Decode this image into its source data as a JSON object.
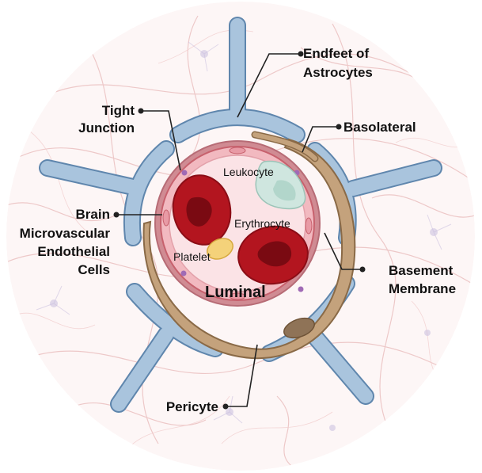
{
  "labels": {
    "endfeet": [
      "Endfeet of",
      "Astrocytes"
    ],
    "tight_junction": [
      "Tight",
      "Junction"
    ],
    "basolateral": "Basolateral",
    "bmec": [
      "Brain",
      "Microvascular",
      "Endothelial",
      "Cells"
    ],
    "basement_membrane": [
      "Basement",
      "Membrane"
    ],
    "pericyte": "Pericyte",
    "leukocyte": "Leukocyte",
    "erythrocyte": "Erythrocyte",
    "platelet": "Platelet",
    "luminal": "Luminal"
  },
  "colors": {
    "astrocyte": "#a9c4dd",
    "astrocyte_edge": "#5f86ad",
    "pericyte": "#c4a27c",
    "pericyte_edge": "#8a6a47",
    "basement": "#d08b93",
    "endothelium": "#f2b9c0",
    "endothelium_edge": "#c7616d",
    "lumen": "#fbe3e6",
    "rbc": "#b3151f",
    "rbc_center": "#7a0a12",
    "leukocyte": "#cfe6df",
    "platelet": "#f4d27a",
    "tissue": "#f3d6d6",
    "neuron": "#b7a9cf"
  }
}
